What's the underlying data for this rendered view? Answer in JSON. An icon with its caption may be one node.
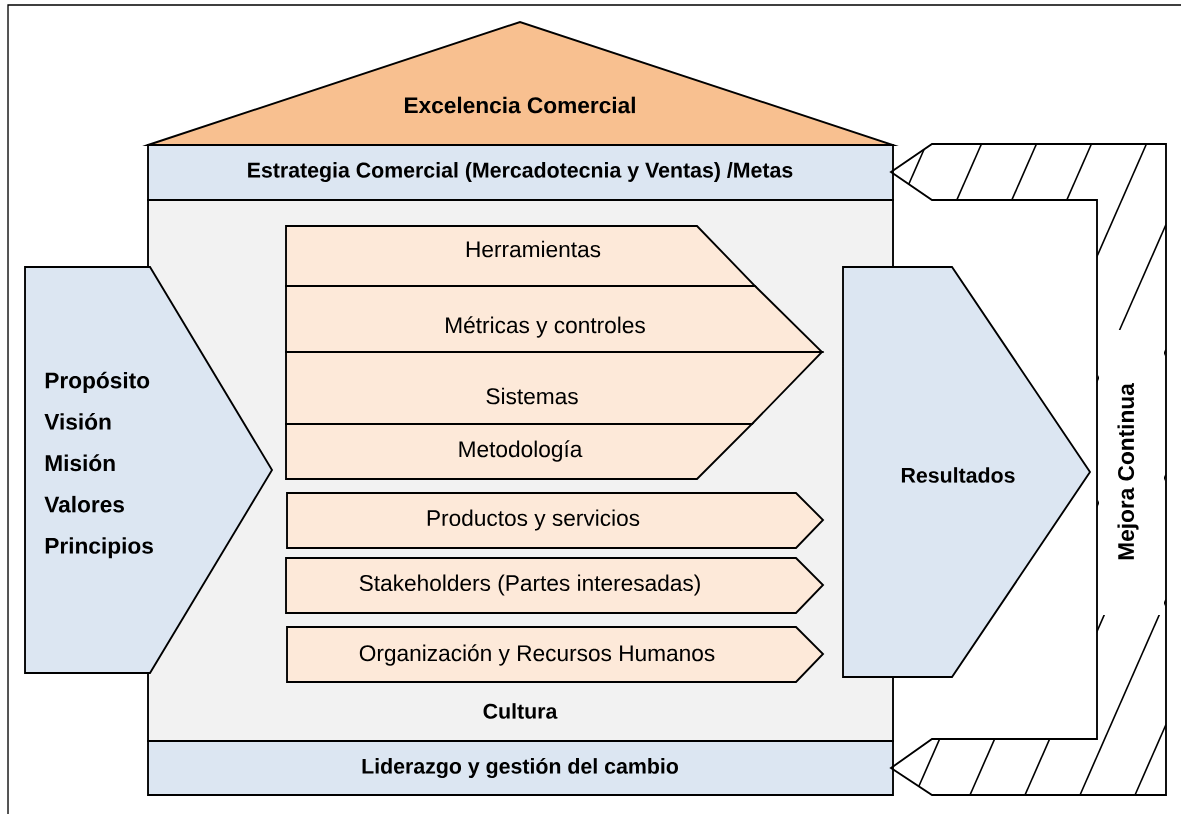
{
  "diagram": {
    "nodes": [
      {
        "text": [
          "Excelencia Comercial"
        ]
      },
      {
        "text": [
          "Estrategia Comercial (Mercadotecnia y Ventas) /Metas"
        ]
      },
      {
        "text": [
          "Cultura"
        ]
      },
      {
        "text": [
          "Propósito Visión Misión Valores Principios"
        ]
      },
      {
        "text": [
          "Herramientas"
        ],
        "in": 2
      },
      {
        "text": [
          "Métricas y controles"
        ],
        "in": 2
      },
      {
        "text": [
          "Sistemas"
        ],
        "in": 2
      },
      {
        "text": [
          "Metodología"
        ],
        "in": 2
      },
      {
        "text": [
          "Productos y servicios"
        ],
        "in": 2
      },
      {
        "text": [
          "Stakeholders (Partes interesadas)"
        ],
        "in": 2
      },
      {
        "text": [
          "Organización y Recursos Humanos"
        ],
        "in": 2
      },
      {
        "text": [
          "Resultados"
        ]
      },
      {
        "text": [
          "Liderazgo y gestión del cambio"
        ]
      },
      {
        "text": [
          "Mejora Continua"
        ]
      }
    ]
  }
}
